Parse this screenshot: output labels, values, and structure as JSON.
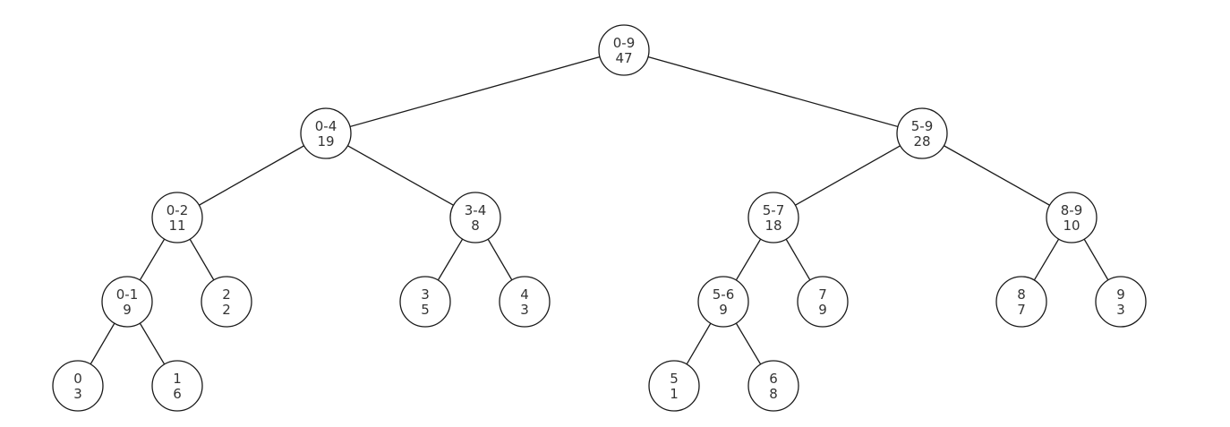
{
  "tree": {
    "nodes": [
      {
        "id": "n0_9",
        "range": "0-9",
        "sum": "47"
      },
      {
        "id": "n0_4",
        "range": "0-4",
        "sum": "19",
        "parent": "n0_9"
      },
      {
        "id": "n5_9",
        "range": "5-9",
        "sum": "28",
        "parent": "n0_9"
      },
      {
        "id": "n0_2",
        "range": "0-2",
        "sum": "11",
        "parent": "n0_4"
      },
      {
        "id": "n3_4",
        "range": "3-4",
        "sum": "8",
        "parent": "n0_4"
      },
      {
        "id": "n5_7",
        "range": "5-7",
        "sum": "18",
        "parent": "n5_9"
      },
      {
        "id": "n8_9",
        "range": "8-9",
        "sum": "10",
        "parent": "n5_9"
      },
      {
        "id": "n0_1",
        "range": "0-1",
        "sum": "9",
        "parent": "n0_2"
      },
      {
        "id": "n2",
        "range": "2",
        "sum": "2",
        "parent": "n0_2"
      },
      {
        "id": "n3",
        "range": "3",
        "sum": "5",
        "parent": "n3_4"
      },
      {
        "id": "n4",
        "range": "4",
        "sum": "3",
        "parent": "n3_4"
      },
      {
        "id": "n5_6",
        "range": "5-6",
        "sum": "9",
        "parent": "n5_7"
      },
      {
        "id": "n7",
        "range": "7",
        "sum": "9",
        "parent": "n5_7"
      },
      {
        "id": "n8",
        "range": "8",
        "sum": "7",
        "parent": "n8_9"
      },
      {
        "id": "n9",
        "range": "9",
        "sum": "3",
        "parent": "n8_9"
      },
      {
        "id": "n0",
        "range": "0",
        "sum": "3",
        "parent": "n0_1"
      },
      {
        "id": "n1",
        "range": "1",
        "sum": "6",
        "parent": "n0_1"
      },
      {
        "id": "n5",
        "range": "5",
        "sum": "1",
        "parent": "n5_6"
      },
      {
        "id": "n6",
        "range": "6",
        "sum": "8",
        "parent": "n5_6"
      }
    ]
  }
}
